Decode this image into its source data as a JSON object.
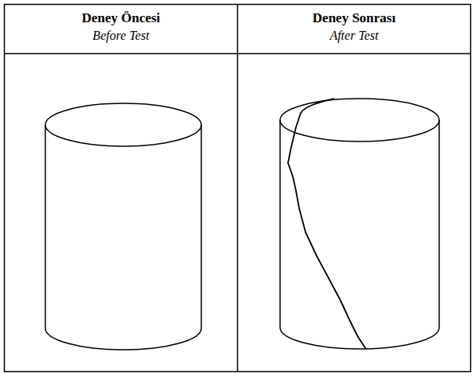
{
  "diagram": {
    "labels": [
      "Deney Öncesi",
      "Before Test",
      "Deney Sonrası",
      "After Test"
    ]
  }
}
